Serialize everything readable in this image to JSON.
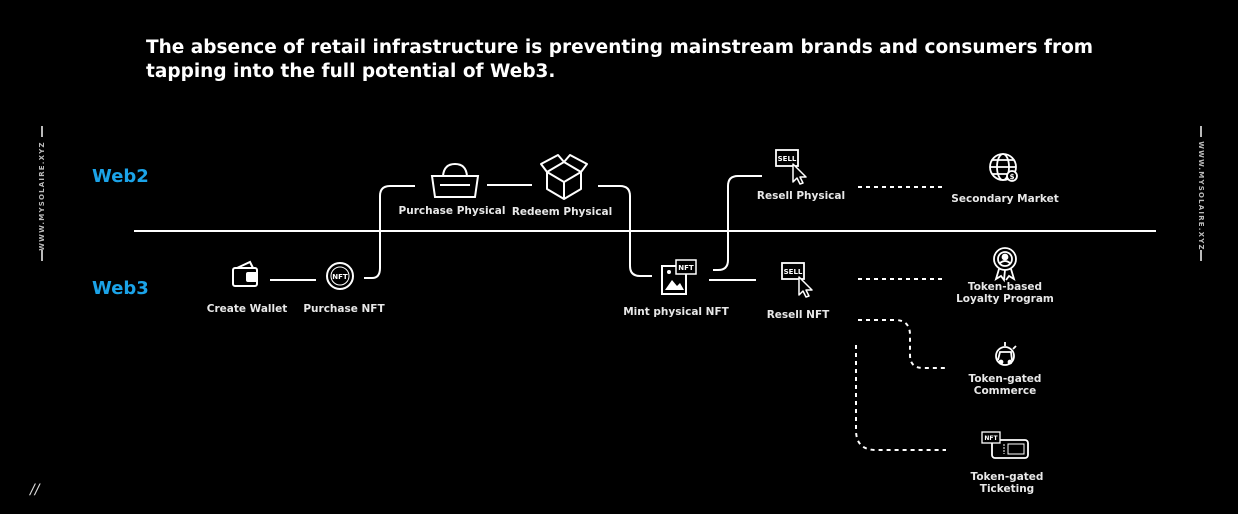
{
  "title": "The absence of retail infrastructure is preventing mainstream brands and consumers from tapping into the full potential of Web3.",
  "lanes": {
    "web2": "Web2",
    "web3": "Web3"
  },
  "side_url": "WWW.MYSOLAIRE.XYZ",
  "corner_mark": "//",
  "nodes": {
    "create_wallet": "Create Wallet",
    "purchase_nft": "Purchase NFT",
    "purchase_physical": "Purchase Physical",
    "redeem_physical": "Redeem Physical",
    "mint_physical_nft": "Mint physical NFT",
    "resell_physical": "Resell Physical",
    "resell_nft": "Resell NFT",
    "secondary_market": "Secondary Market",
    "loyalty_line1": "Token-based",
    "loyalty_line2": "Loyalty Program",
    "commerce_line1": "Token-gated",
    "commerce_line2": "Commerce",
    "ticketing_line1": "Token-gated",
    "ticketing_line2": "Ticketing"
  },
  "icon_text": {
    "nft": "NFT",
    "sell": "SELL"
  },
  "colors": {
    "accent": "#1ba3e8",
    "line": "#ffffff",
    "background": "#000000"
  }
}
